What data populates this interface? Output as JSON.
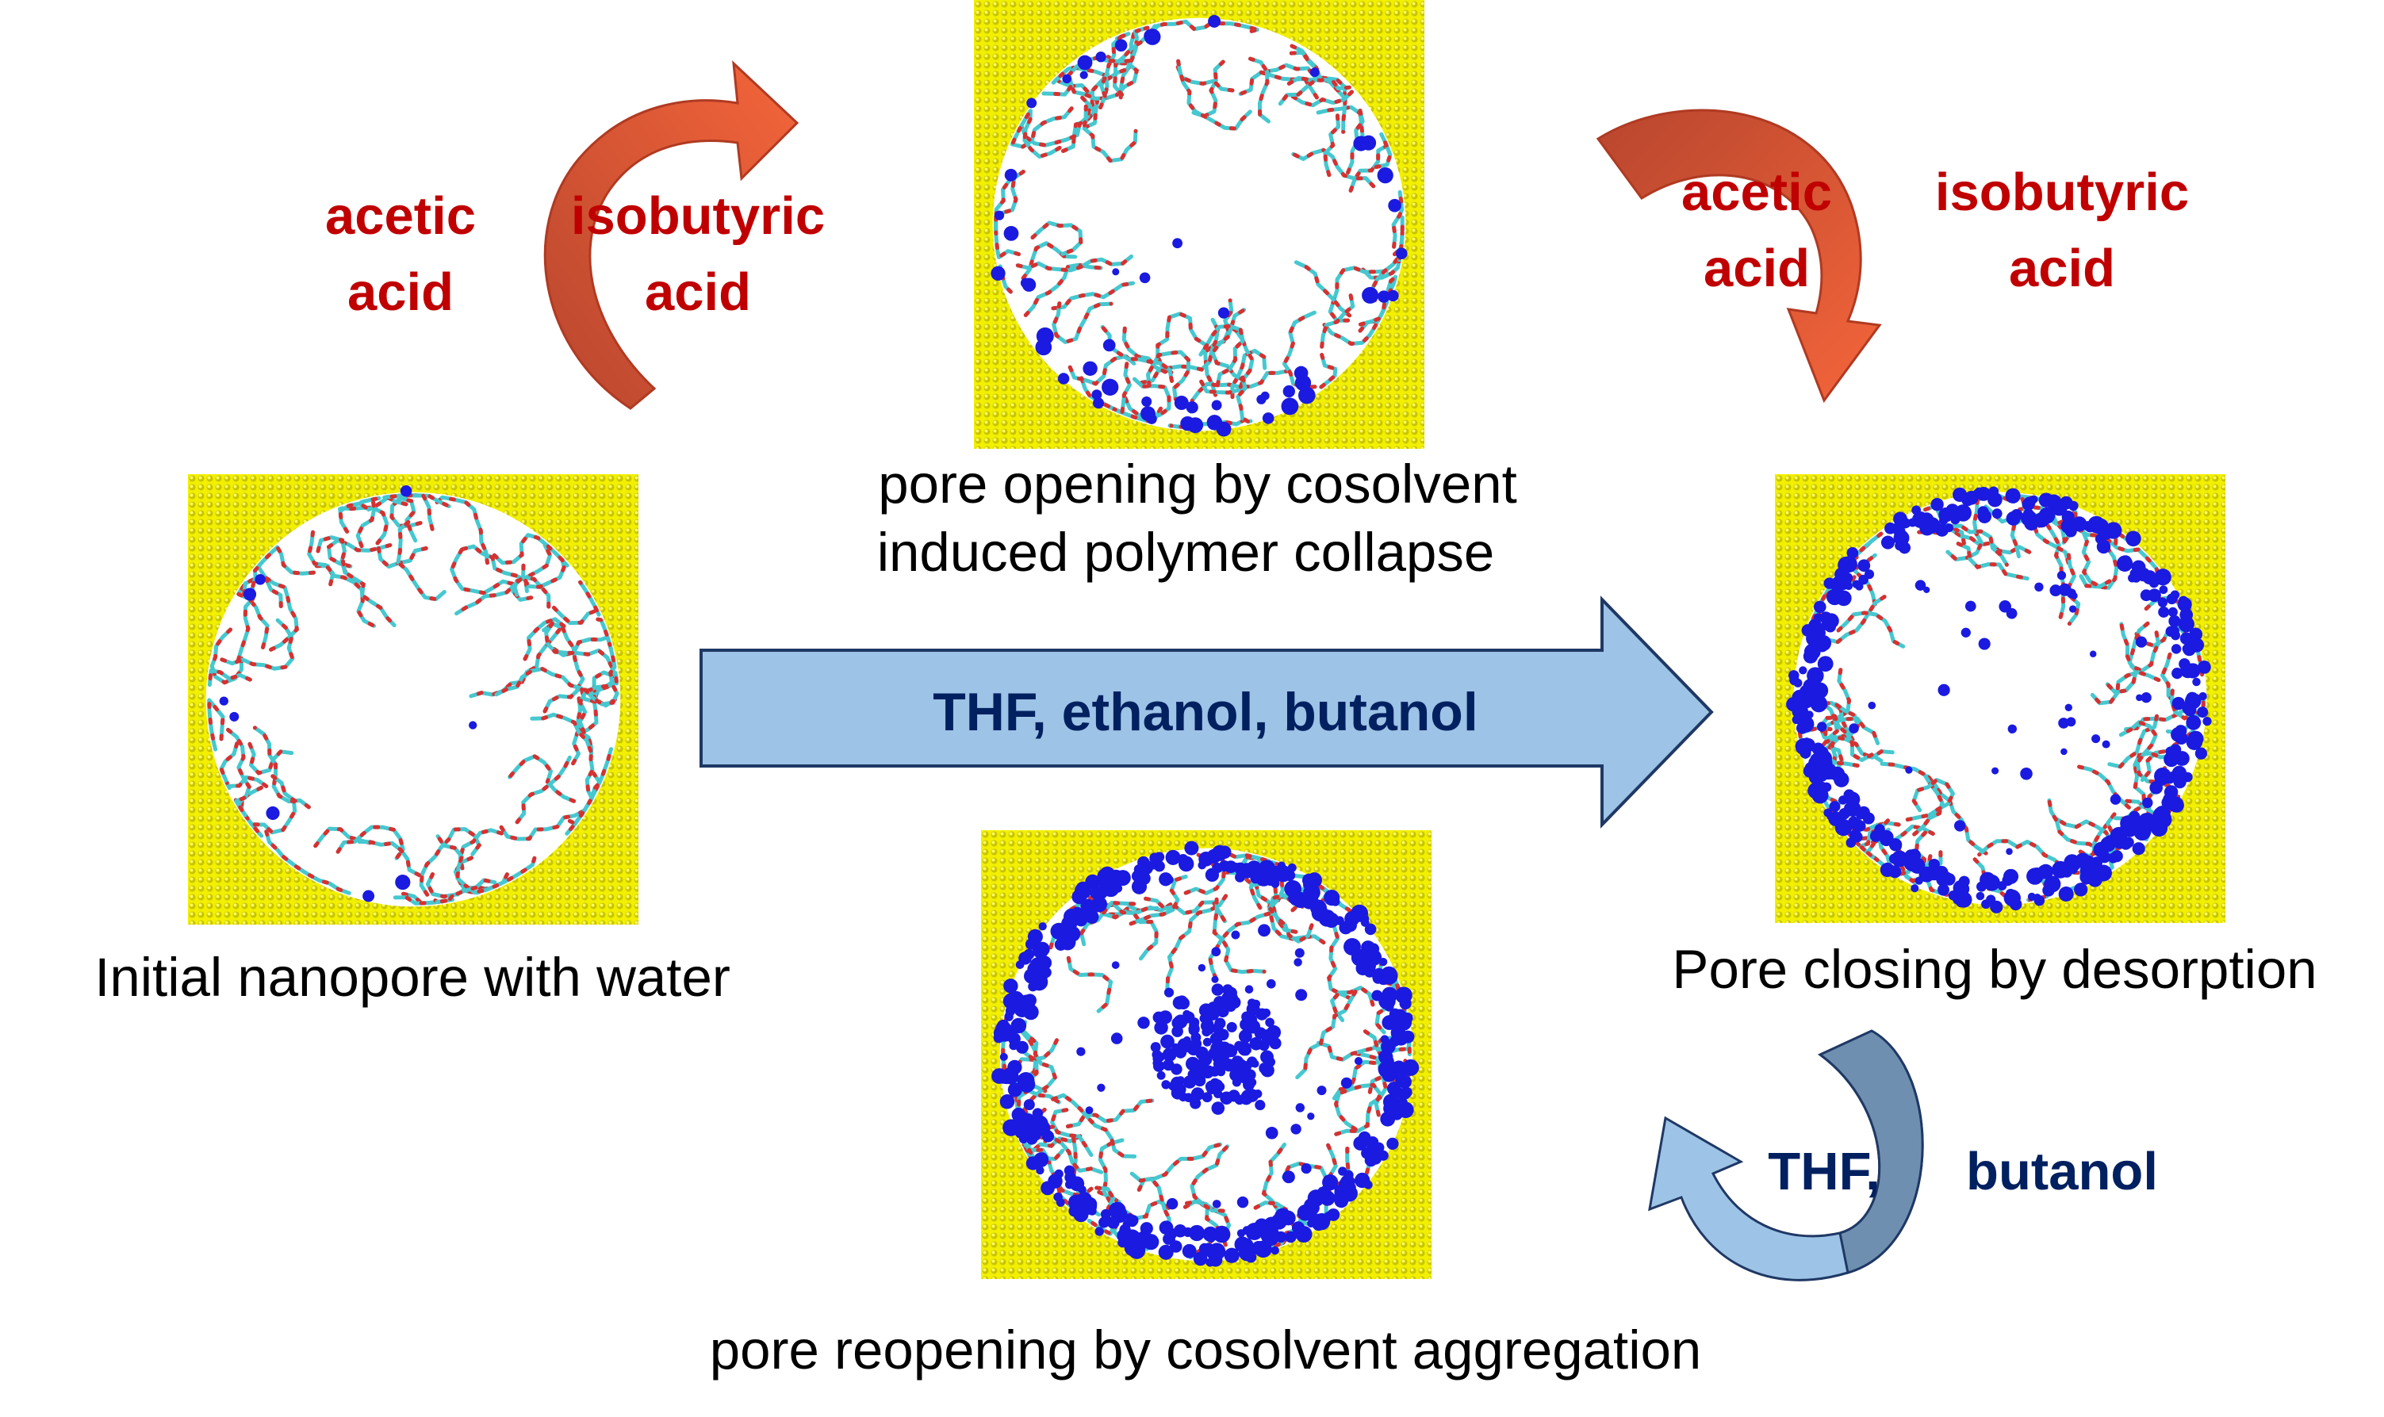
{
  "colors": {
    "surface": "#f2f000",
    "surface_dot": "#c8c400",
    "polymer_cyan": "#45c8d0",
    "polymer_red": "#d83030",
    "cosolvent_blue": "#1a1ae0",
    "red_text": "#c00000",
    "navy_text": "#002060",
    "big_arrow_fill": "#9dc3e6",
    "big_arrow_stroke": "#1f3864",
    "orange_arrow_light": "#f4653a",
    "orange_arrow_dark": "#b8462e",
    "blue_arrow_light": "#9dc3e6",
    "blue_arrow_dark": "#6f8fb0"
  },
  "panels": [
    {
      "id": "initial",
      "caption": "Initial nanopore with water",
      "cosolvent_level": 0.02,
      "core_cluster": false
    },
    {
      "id": "opening",
      "caption_lines": [
        "pore opening by cosolvent",
        "induced polymer collapse"
      ],
      "cosolvent_level": 0.12,
      "core_cluster": false
    },
    {
      "id": "closing",
      "caption": "Pore closing by desorption",
      "cosolvent_level": 0.85,
      "core_cluster": false
    },
    {
      "id": "reopening",
      "caption": "pore reopening by cosolvent aggregation",
      "cosolvent_level": 0.9,
      "core_cluster": true
    }
  ],
  "arrows": {
    "top_left": {
      "line1": [
        "acetic",
        "acid"
      ],
      "line2": [
        "isobutyric",
        "acid"
      ]
    },
    "top_right": {
      "line1": [
        "acetic",
        "acid"
      ],
      "line2": [
        "isobutyric",
        "acid"
      ]
    },
    "main": {
      "label": "THF, ethanol, butanol"
    },
    "bottom_right": {
      "left": "THF,",
      "right": "butanol"
    }
  }
}
